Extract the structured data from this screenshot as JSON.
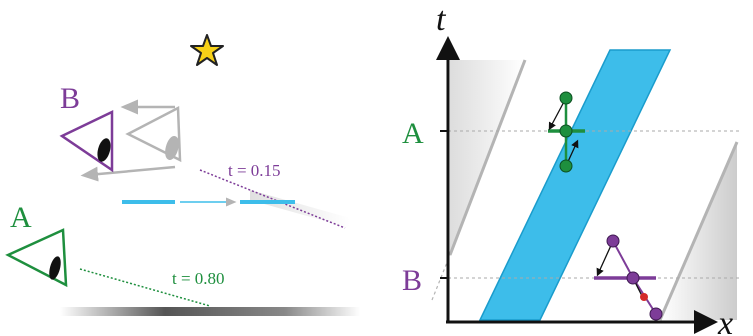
{
  "left_panel": {
    "observer_b_label": "B",
    "observer_a_label": "A",
    "time_b": "t = 0.15",
    "time_a": "t = 0.80",
    "star_icon": "star-icon"
  },
  "right_panel": {
    "axis_t_label": "t",
    "axis_x_label": "x",
    "tick_a_label": "A",
    "tick_b_label": "B"
  },
  "colors": {
    "purple": "#7d3c98",
    "green": "#1e8f3e",
    "blue": "#3dbdea",
    "blue_dark": "#1a9ccc",
    "gray": "#b4b4b4",
    "red": "#d42a2a",
    "star": "#f7d117"
  }
}
